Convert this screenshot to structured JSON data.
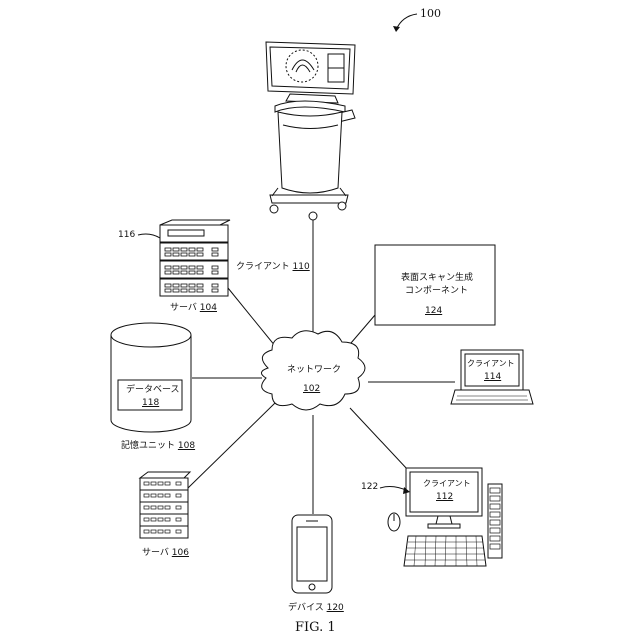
{
  "figure": {
    "ref_number": "100",
    "caption": "FIG. 1"
  },
  "network": {
    "label": "ネットワーク",
    "ref": "102"
  },
  "client_110": {
    "label": "クライアント",
    "ref": "110"
  },
  "server_104": {
    "label": "サーバ",
    "ref": "104"
  },
  "server_116": {
    "ref": "116"
  },
  "component_124": {
    "line1": "表面スキャン生成",
    "line2": "コンポーネント",
    "ref": "124"
  },
  "client_114": {
    "label": "クライアント",
    "ref": "114"
  },
  "database_118": {
    "label": "データベース",
    "ref": "118"
  },
  "storage_108": {
    "label": "記憶ユニット",
    "ref": "108"
  },
  "server_106": {
    "label": "サーバ",
    "ref": "106"
  },
  "client_112": {
    "label": "クライアント",
    "ref": "112",
    "pointer_ref": "122"
  },
  "device_120": {
    "label": "デバイス",
    "ref": "120"
  }
}
